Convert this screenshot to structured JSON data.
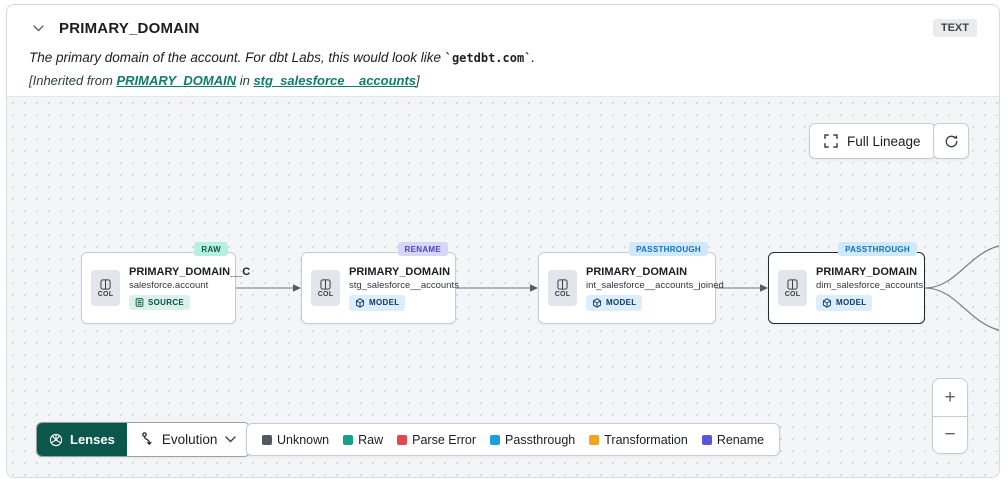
{
  "header": {
    "title": "PRIMARY_DOMAIN",
    "type_badge": "TEXT",
    "description_prefix": "The primary domain of the account. For dbt Labs, this would look like ",
    "description_code": "`getdbt.com`",
    "description_suffix": ".",
    "inherited": {
      "prefix": "[Inherited from ",
      "column_link": "PRIMARY_DOMAIN",
      "middle": " in ",
      "model_link": "stg_salesforce__accounts",
      "suffix": "]"
    }
  },
  "toolbar": {
    "full_lineage_label": "Full Lineage"
  },
  "nodes": [
    {
      "type_badge": "RAW",
      "badge_bg": "#b8f0de",
      "badge_fg": "#0b5d4f",
      "title": "PRIMARY_DOMAIN__C",
      "subtitle": "salesforce.account",
      "chip_label": "COL",
      "resource_label": "SOURCE",
      "resource_bg": "#d8f2eb",
      "resource_fg": "#0b4f45"
    },
    {
      "type_badge": "RENAME",
      "badge_bg": "#d7d6f9",
      "badge_fg": "#4b45c8",
      "title": "PRIMARY_DOMAIN",
      "subtitle": "stg_salesforce__accounts",
      "chip_label": "COL",
      "resource_label": "MODEL",
      "resource_bg": "#dcedfb",
      "resource_fg": "#123a63"
    },
    {
      "type_badge": "PASSTHROUGH",
      "badge_bg": "#cfe8fa",
      "badge_fg": "#1272ba",
      "title": "PRIMARY_DOMAIN",
      "subtitle": "int_salesforce__accounts_joined",
      "chip_label": "COL",
      "resource_label": "MODEL",
      "resource_bg": "#dcedfb",
      "resource_fg": "#123a63"
    },
    {
      "type_badge": "PASSTHROUGH",
      "badge_bg": "#cfe8fa",
      "badge_fg": "#1272ba",
      "title": "PRIMARY_DOMAIN",
      "subtitle": "dim_salesforce_accounts",
      "chip_label": "COL",
      "resource_label": "MODEL",
      "resource_bg": "#dcedfb",
      "resource_fg": "#123a63"
    }
  ],
  "footer": {
    "lenses_label": "Lenses",
    "evolution_label": "Evolution"
  },
  "legend": {
    "items": [
      {
        "label": "Unknown",
        "color": "#55595f"
      },
      {
        "label": "Raw",
        "color": "#17a08e"
      },
      {
        "label": "Parse Error",
        "color": "#e4484e"
      },
      {
        "label": "Passthrough",
        "color": "#1b9ed9"
      },
      {
        "label": "Transformation",
        "color": "#f2a41f"
      },
      {
        "label": "Rename",
        "color": "#5a57d6"
      }
    ]
  },
  "zoom_controls": {
    "zoom_in": "+",
    "zoom_out": "−"
  }
}
